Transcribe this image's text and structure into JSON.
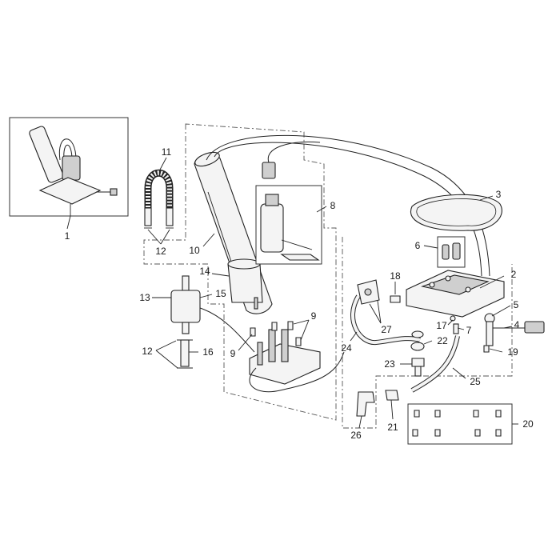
{
  "callouts": {
    "c1": "1",
    "c2": "2",
    "c3": "3",
    "c4": "4",
    "c5": "5",
    "c6": "6",
    "c7": "7",
    "c8": "8",
    "c9a": "9",
    "c9b": "9",
    "c10": "10",
    "c11": "11",
    "c12a": "12",
    "c12b": "12",
    "c13": "13",
    "c14": "14",
    "c15": "15",
    "c16": "16",
    "c17": "17",
    "c18": "18",
    "c19": "19",
    "c20": "20",
    "c21": "21",
    "c22": "22",
    "c23": "23",
    "c24": "24",
    "c25": "25",
    "c26": "26",
    "c27": "27"
  },
  "colors": {
    "line": "#222222",
    "fill": "#f4f4f4",
    "shade": "#cfcfcf"
  }
}
